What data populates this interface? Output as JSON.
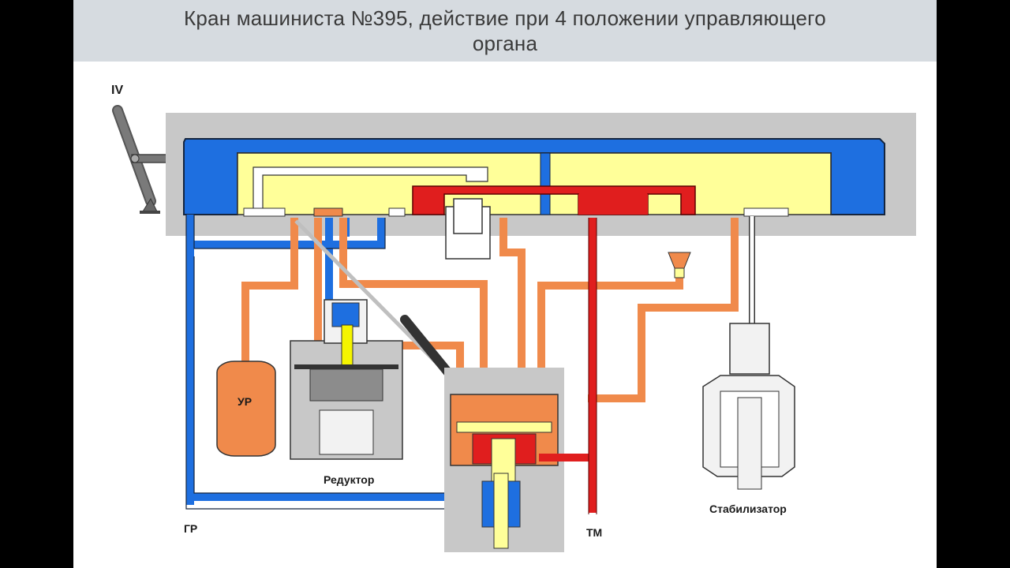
{
  "title": {
    "line1": "Кран машиниста №395, действие при 4 положении управляющего",
    "line2": "органа"
  },
  "labels": {
    "position": "IV",
    "ur": "УР",
    "reductor": "Редуктор",
    "stabilizer": "Стабилизатор",
    "gr": "ГР",
    "tm": "ТМ"
  },
  "colors": {
    "main_reservoir_blue": "#1e6fe0",
    "brake_line_red": "#e01e1e",
    "equalizing_orange": "#f08a4b",
    "spool_yellow": "#ffff99",
    "housing_gray": "#c8c8c8",
    "title_bg": "#d6dbe0"
  }
}
